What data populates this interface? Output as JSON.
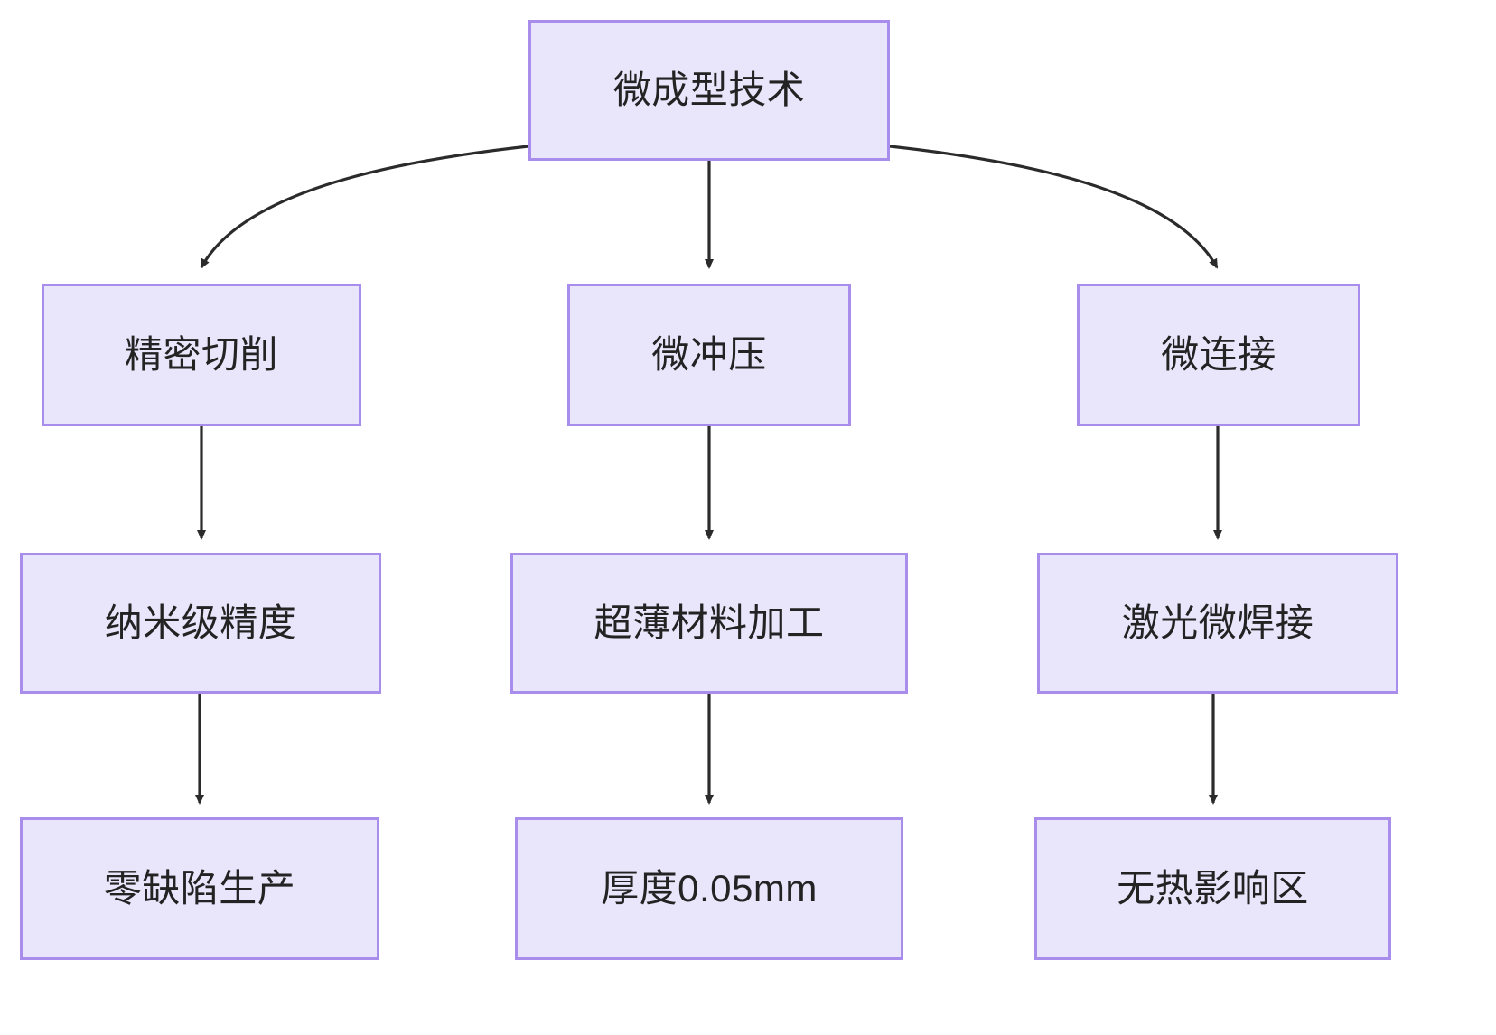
{
  "diagram": {
    "title": "微成型技术",
    "type": "flowchart",
    "direction": "top-down",
    "colors": {
      "node_fill": "#e9e6fb",
      "node_border": "#a98dec",
      "edge_stroke": "#2b2b2b",
      "text": "#232323",
      "background": "#ffffff"
    },
    "nodes": [
      {
        "id": "root",
        "label": "微成型技术",
        "row": 1,
        "column": "center"
      },
      {
        "id": "l1",
        "label": "精密切削",
        "row": 2,
        "column": "left"
      },
      {
        "id": "m1",
        "label": "微冲压",
        "row": 2,
        "column": "center"
      },
      {
        "id": "r1",
        "label": "微连接",
        "row": 2,
        "column": "right"
      },
      {
        "id": "l2",
        "label": "纳米级精度",
        "row": 3,
        "column": "left"
      },
      {
        "id": "m2",
        "label": "超薄材料加工",
        "row": 3,
        "column": "center"
      },
      {
        "id": "r2",
        "label": "激光微焊接",
        "row": 3,
        "column": "right"
      },
      {
        "id": "l3",
        "label": "零缺陷生产",
        "row": 4,
        "column": "left"
      },
      {
        "id": "m3",
        "label": "厚度0.05mm",
        "row": 4,
        "column": "center"
      },
      {
        "id": "r3",
        "label": "无热影响区",
        "row": 4,
        "column": "right"
      }
    ],
    "edges": [
      {
        "from": "root",
        "to": "l1",
        "style": "curved",
        "arrow": true,
        "label": ""
      },
      {
        "from": "root",
        "to": "m1",
        "style": "straight",
        "arrow": true,
        "label": ""
      },
      {
        "from": "root",
        "to": "r1",
        "style": "curved",
        "arrow": true,
        "label": ""
      },
      {
        "from": "l1",
        "to": "l2",
        "style": "straight",
        "arrow": true,
        "label": ""
      },
      {
        "from": "m1",
        "to": "m2",
        "style": "straight",
        "arrow": true,
        "label": ""
      },
      {
        "from": "r1",
        "to": "r2",
        "style": "straight",
        "arrow": true,
        "label": ""
      },
      {
        "from": "l2",
        "to": "l3",
        "style": "straight",
        "arrow": true,
        "label": ""
      },
      {
        "from": "m2",
        "to": "m3",
        "style": "straight",
        "arrow": true,
        "label": ""
      },
      {
        "from": "r2",
        "to": "r3",
        "style": "straight",
        "arrow": true,
        "label": ""
      }
    ]
  }
}
